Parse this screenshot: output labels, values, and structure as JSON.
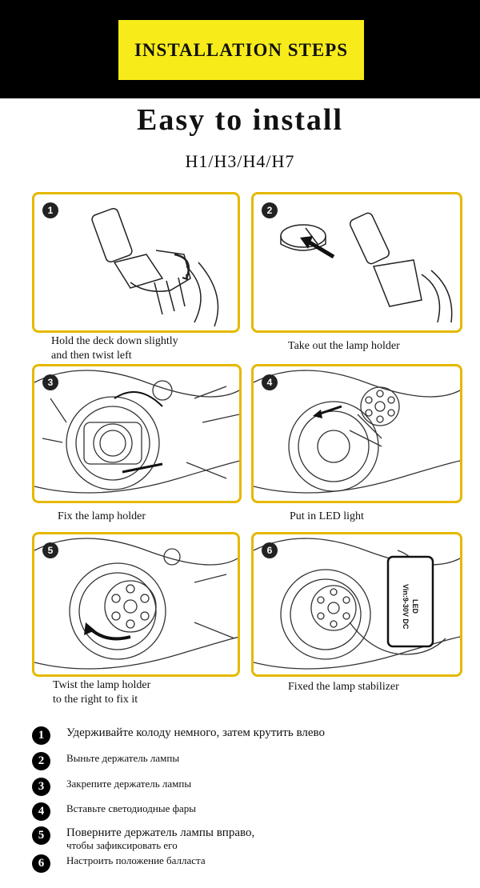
{
  "header": {
    "banner": "INSTALLATION STEPS",
    "title": "Easy to install",
    "subtitle": "H1/H3/H4/H7"
  },
  "panels": [
    {
      "num": "1",
      "caption_line1": "Hold the deck down slightly",
      "caption_line2": "and then twist left"
    },
    {
      "num": "2",
      "caption_line1": "Take out the lamp holder",
      "caption_line2": ""
    },
    {
      "num": "3",
      "caption_line1": "Fix the lamp holder",
      "caption_line2": ""
    },
    {
      "num": "4",
      "caption_line1": "Put in LED light",
      "caption_line2": ""
    },
    {
      "num": "5",
      "caption_line1": "Twist the lamp holder",
      "caption_line2": "to the right to fix it"
    },
    {
      "num": "6",
      "caption_line1": "Fixed the lamp stabilizer",
      "caption_line2": ""
    }
  ],
  "stabilizer_label": {
    "line1": "LED",
    "line2": "Vin:9-30V DC"
  },
  "russian_steps": [
    {
      "num": "1",
      "line1": "Удерживайте колоду немного, затем крутить влево",
      "line2": ""
    },
    {
      "num": "2",
      "line1": "Выньте держатель лампы",
      "line2": ""
    },
    {
      "num": "3",
      "line1": "Закрепите держатель лампы",
      "line2": ""
    },
    {
      "num": "4",
      "line1": "Вставьте светодиодные фары",
      "line2": ""
    },
    {
      "num": "5",
      "line1": "Поверните держатель лампы вправо,",
      "line2": "чтобы зафиксировать его"
    },
    {
      "num": "6",
      "line1": "Настроить положение балласта",
      "line2": ""
    }
  ],
  "colors": {
    "banner_bg": "#f7ec1a",
    "panel_border": "#e6b800",
    "top_bar": "#000000"
  }
}
